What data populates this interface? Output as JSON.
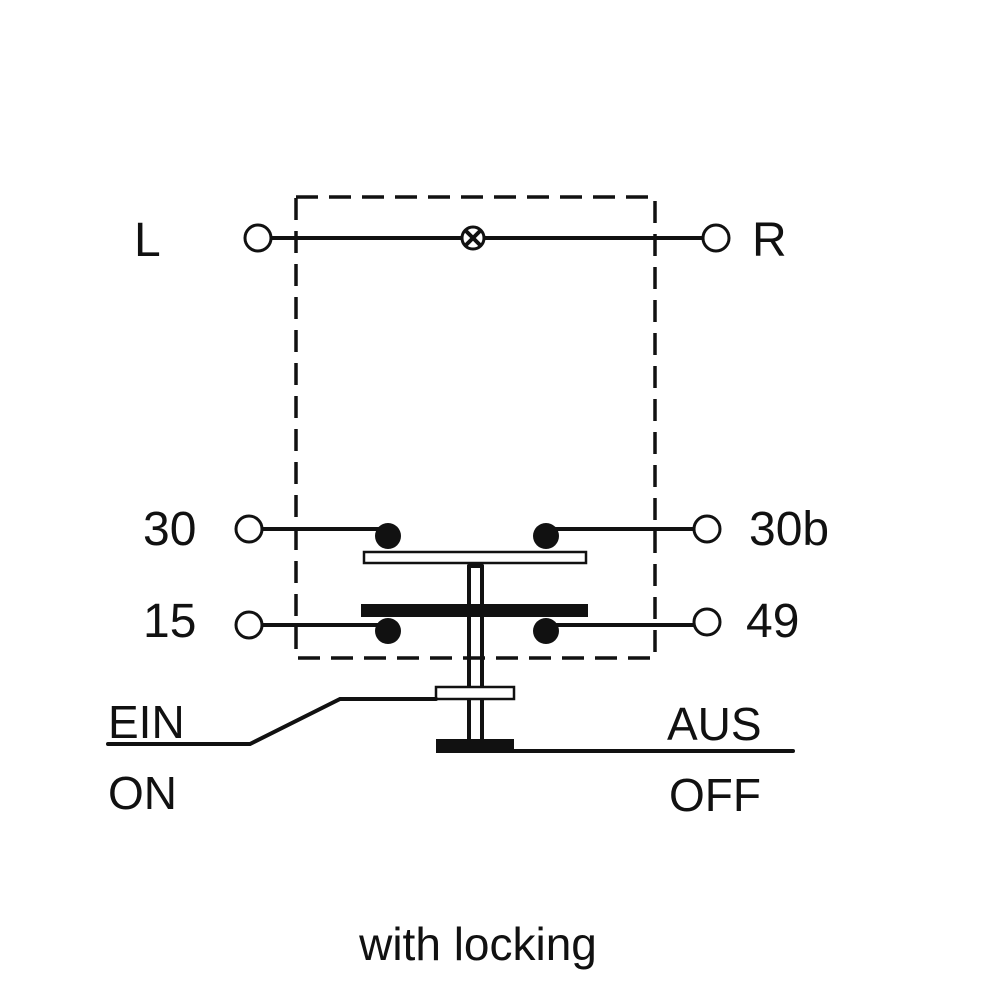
{
  "diagram": {
    "terminals": {
      "L": "L",
      "R": "R",
      "t30": "30",
      "t30b": "30b",
      "t15": "15",
      "t49": "49"
    },
    "states": {
      "on_de": "EIN",
      "on_en": "ON",
      "off_de": "AUS",
      "off_en": "OFF"
    },
    "caption": "with locking",
    "colors": {
      "line": "#111111",
      "background": "#ffffff"
    }
  }
}
